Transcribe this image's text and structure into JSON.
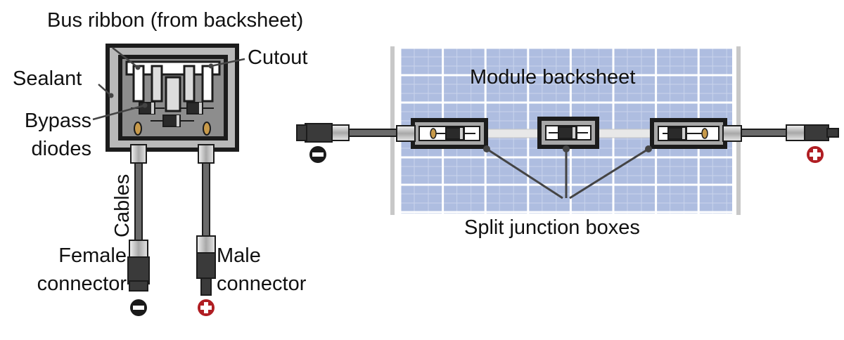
{
  "labels": {
    "bus_ribbon": "Bus ribbon (from backsheet)",
    "cutout": "Cutout",
    "sealant": "Sealant",
    "bypass_line1": "Bypass",
    "bypass_line2": "diodes",
    "cables": "Cables",
    "female_line1": "Female",
    "female_line2": "connector",
    "male_line1": "Male",
    "male_line2": "connector",
    "module_backsheet": "Module backsheet",
    "split_boxes": "Split junction boxes"
  },
  "polarity": {
    "negative_symbol": "minus-sign",
    "positive_symbol": "plus-sign"
  },
  "colors": {
    "negative": "#1a1a1a",
    "positive": "#b01e23",
    "cell_blue": "#aebde0",
    "cell_grid": "#ffffff",
    "frame_gray": "#c8c8c8",
    "box_dark": "#1c1c1c",
    "box_gray": "#8c8c8c"
  }
}
